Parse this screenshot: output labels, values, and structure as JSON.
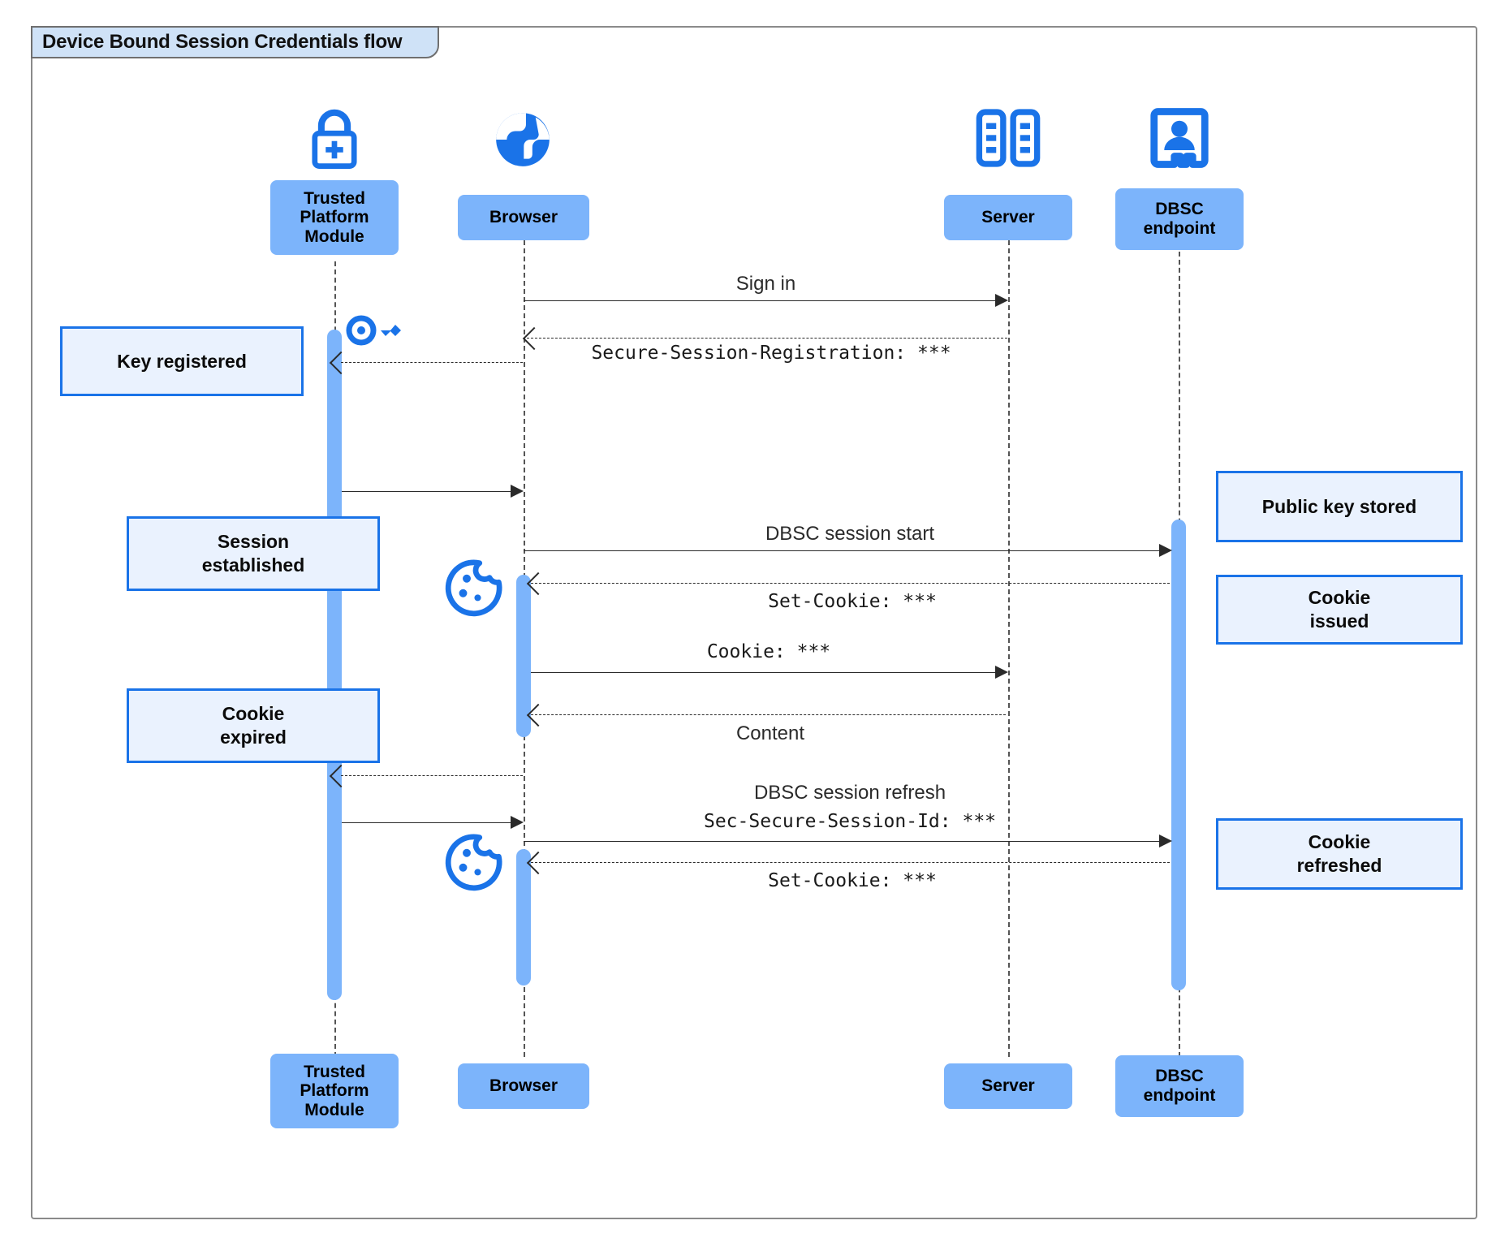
{
  "diagram": {
    "title": "Device Bound Session Credentials flow",
    "type": "uml-sequence-diagram"
  },
  "participants": [
    {
      "id": "tpm",
      "label": "Trusted\nPlatform\nModule",
      "label_top": "Trusted Platform Module",
      "icon": "padlock-plus-icon"
    },
    {
      "id": "browser",
      "label": "Browser",
      "icon": "globe-icon"
    },
    {
      "id": "server",
      "label": "Server",
      "icon": "server-rack-icon"
    },
    {
      "id": "dbsc",
      "label": "DBSC\nendpoint",
      "icon": "id-badge-icon"
    }
  ],
  "messages": [
    {
      "id": "m1",
      "text": "Sign in",
      "style": "sans",
      "from": "browser",
      "to": "server",
      "kind": "solid"
    },
    {
      "id": "m2",
      "text": "Secure-Session-Registration: ***",
      "style": "mono",
      "from": "server",
      "to": "browser",
      "kind": "dashed"
    },
    {
      "id": "m3",
      "text": "",
      "style": "sans",
      "from": "tpm",
      "to": "browser",
      "kind": "solid"
    },
    {
      "id": "m4",
      "text": "DBSC session start",
      "style": "sans",
      "from": "browser",
      "to": "dbsc",
      "kind": "solid"
    },
    {
      "id": "m5",
      "text": "Set-Cookie: ***",
      "style": "mono",
      "from": "dbsc",
      "to": "browser",
      "kind": "dashed"
    },
    {
      "id": "m6",
      "text": "Cookie: ***",
      "style": "mono",
      "from": "browser",
      "to": "server",
      "kind": "solid"
    },
    {
      "id": "m7",
      "text": "Content",
      "style": "sans",
      "from": "server",
      "to": "browser",
      "kind": "dashed"
    },
    {
      "id": "m8",
      "text": "",
      "style": "sans",
      "from": "browser",
      "to": "tpm",
      "kind": "dashed"
    },
    {
      "id": "m9",
      "text": "DBSC session refresh",
      "style": "sans",
      "from": "tpm",
      "to": "browser",
      "kind": "solid"
    },
    {
      "id": "m10",
      "text": "Sec-Secure-Session-Id: ***",
      "style": "mono",
      "from": "browser",
      "to": "dbsc",
      "kind": "solid"
    },
    {
      "id": "m11",
      "text": "Set-Cookie: ***",
      "style": "mono",
      "from": "dbsc",
      "to": "browser",
      "kind": "dashed"
    }
  ],
  "notes": [
    {
      "id": "n1",
      "text": "Key registered",
      "side": "left"
    },
    {
      "id": "n2",
      "text": "Session\nestablished",
      "side": "left"
    },
    {
      "id": "n3",
      "text": "Cookie\nexpired",
      "side": "left"
    },
    {
      "id": "n4",
      "text": "Public key stored",
      "side": "right"
    },
    {
      "id": "n5",
      "text": "Cookie\nissued",
      "side": "right"
    },
    {
      "id": "n6",
      "text": "Cookie\nrefreshed",
      "side": "right"
    }
  ],
  "inline_icons": [
    {
      "id": "i1",
      "name": "key-icon",
      "near": "tpm-activation"
    },
    {
      "id": "i2",
      "name": "cookie-icon",
      "near": "browser-activation-1"
    },
    {
      "id": "i3",
      "name": "cookie-icon",
      "near": "browser-activation-2"
    }
  ],
  "colors": {
    "participant_fill": "#7cb4fb",
    "note_fill": "#eaf2fe",
    "note_border": "#1a73e8",
    "icon_blue": "#1a73e8",
    "activation": "#7cb4fb",
    "frame_border": "#8a8a8a",
    "title_tab_fill": "#cfe2f7",
    "line": "#2a2a2a"
  }
}
